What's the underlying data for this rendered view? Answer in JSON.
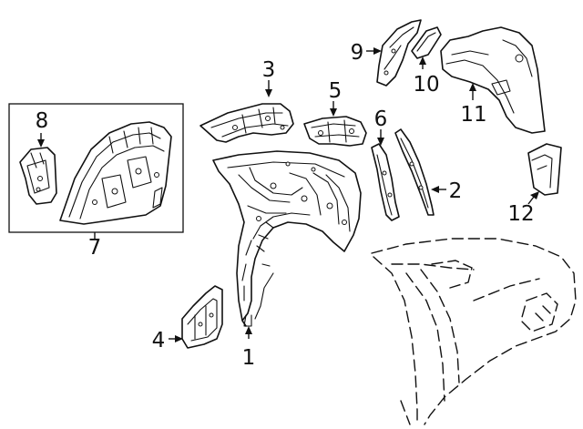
{
  "callouts": {
    "c1": "1",
    "c2": "2",
    "c3": "3",
    "c4": "4",
    "c5": "5",
    "c6": "6",
    "c7": "7",
    "c8": "8",
    "c9": "9",
    "c10": "10",
    "c11": "11",
    "c12": "12"
  }
}
